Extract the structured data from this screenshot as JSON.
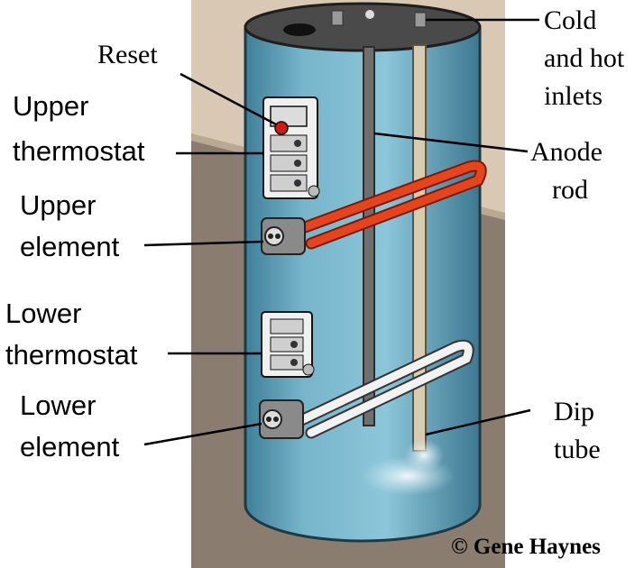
{
  "labels": {
    "reset": "Reset",
    "upper_thermostat": [
      "Upper",
      "thermostat"
    ],
    "upper_element": [
      "Upper",
      "element"
    ],
    "lower_thermostat": [
      "Lower",
      "thermostat"
    ],
    "lower_element": [
      "Lower",
      "element"
    ],
    "cold_hot_inlets": [
      "Cold",
      "and hot",
      "inlets"
    ],
    "anode_rod": [
      "Anode",
      "rod"
    ],
    "dip_tube": [
      "Dip",
      "tube"
    ]
  },
  "copyright": "© Gene Haynes",
  "colors": {
    "tank": "#6aa8c0",
    "tank_top": "#4a4a4a",
    "wall": "#d9c9b4",
    "floor": "#8a7d70",
    "upper_element": "#e8441c",
    "lower_element": "#f2f2f2",
    "anode_rod": "#6f6f6f",
    "dip_tube": "#d8ccb0"
  },
  "icons": [
    "reset-button-icon",
    "upper-thermostat-icon",
    "lower-thermostat-icon",
    "upper-element-icon",
    "lower-element-icon"
  ]
}
